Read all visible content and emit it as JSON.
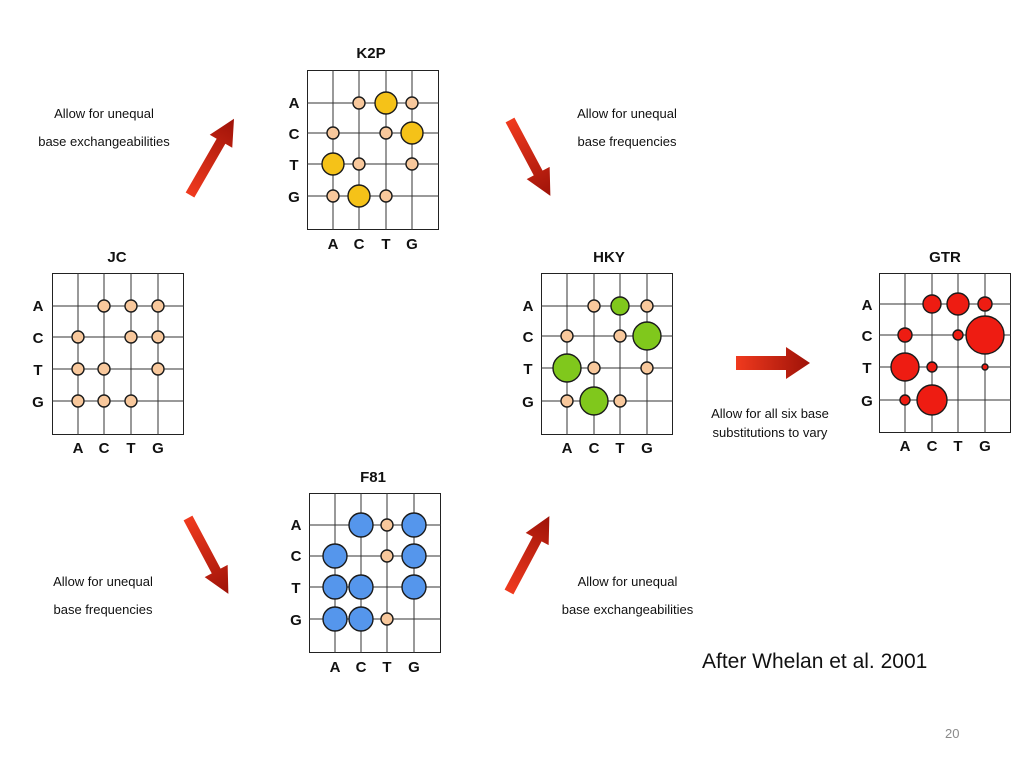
{
  "bases": [
    "A",
    "C",
    "T",
    "G"
  ],
  "colors": {
    "freq_dot": "#f8c89c",
    "k2p": "#f5c218",
    "hky": "#80c81c",
    "f81": "#5596ec",
    "gtr": "#ee1c12",
    "arrow": "#cc1a0e"
  },
  "models": {
    "jc": {
      "title": "JC"
    },
    "k2p": {
      "title": "K2P"
    },
    "hky": {
      "title": "HKY"
    },
    "f81": {
      "title": "F81"
    },
    "gtr": {
      "title": "GTR"
    }
  },
  "captions": {
    "jc_to_k2p": [
      "Allow for unequal",
      "base exchangeabilities"
    ],
    "k2p_to_hky": [
      "Allow for unequal",
      "base frequencies"
    ],
    "jc_to_f81": [
      "Allow for unequal",
      "base frequencies"
    ],
    "f81_to_hky": [
      "Allow for unequal",
      "base exchangeabilities"
    ],
    "hky_to_gtr": [
      "Allow for all six base",
      "substitutions to vary"
    ]
  },
  "citation": "After Whelan et al. 2001",
  "page_number": "20"
}
